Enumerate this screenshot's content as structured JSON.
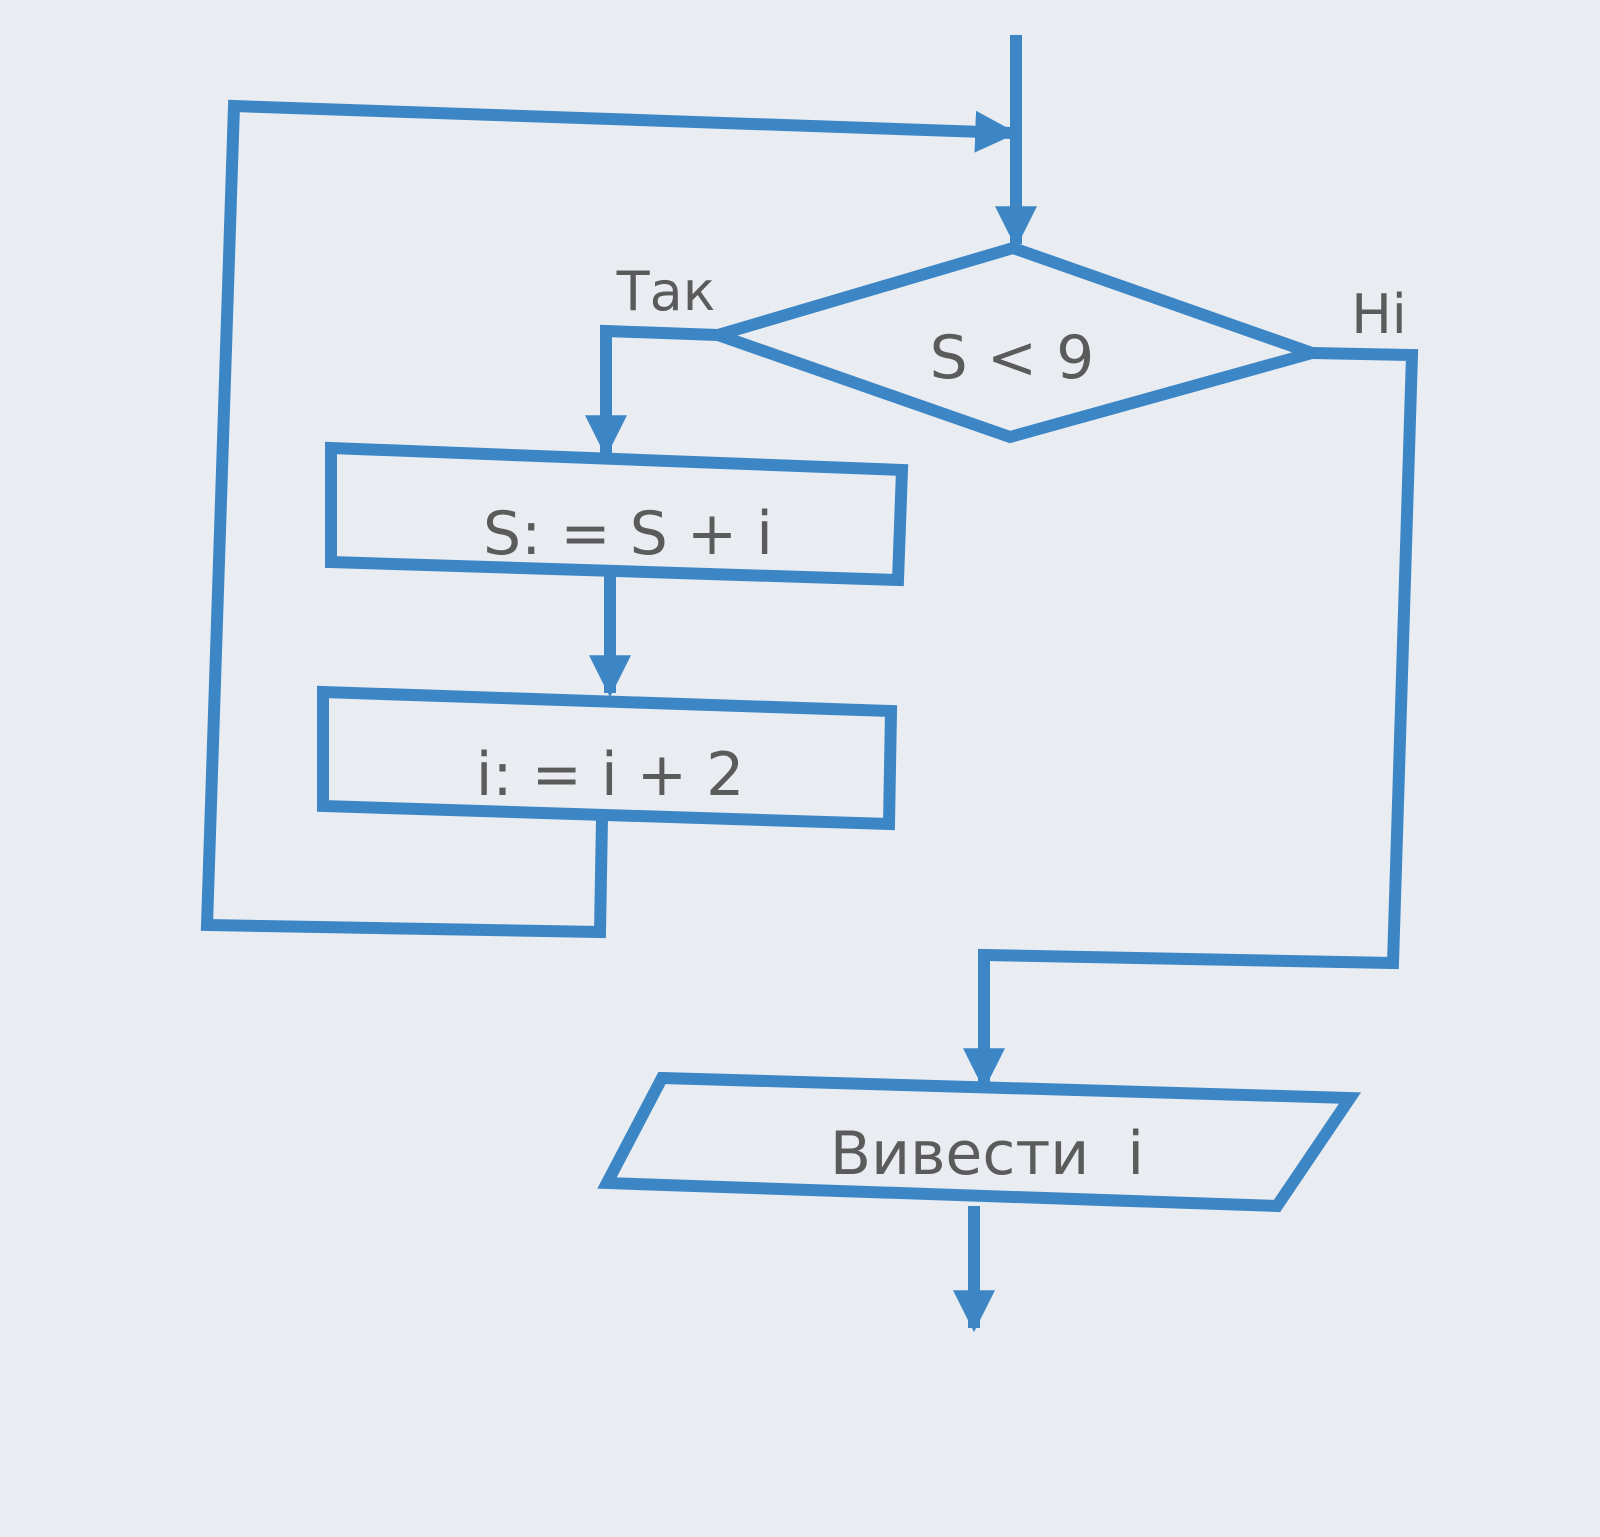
{
  "flowchart": {
    "decision": {
      "text": "S < 9"
    },
    "branches": {
      "yes": "Так",
      "no": "Ні"
    },
    "process_1": {
      "text": "S: = S + i"
    },
    "process_2": {
      "text": "i: = i + 2"
    },
    "output": {
      "text": "Вивести  i"
    }
  },
  "colors": {
    "background": "#e9edf2",
    "line": "#3d86c6",
    "text": "#5b5b5b"
  }
}
